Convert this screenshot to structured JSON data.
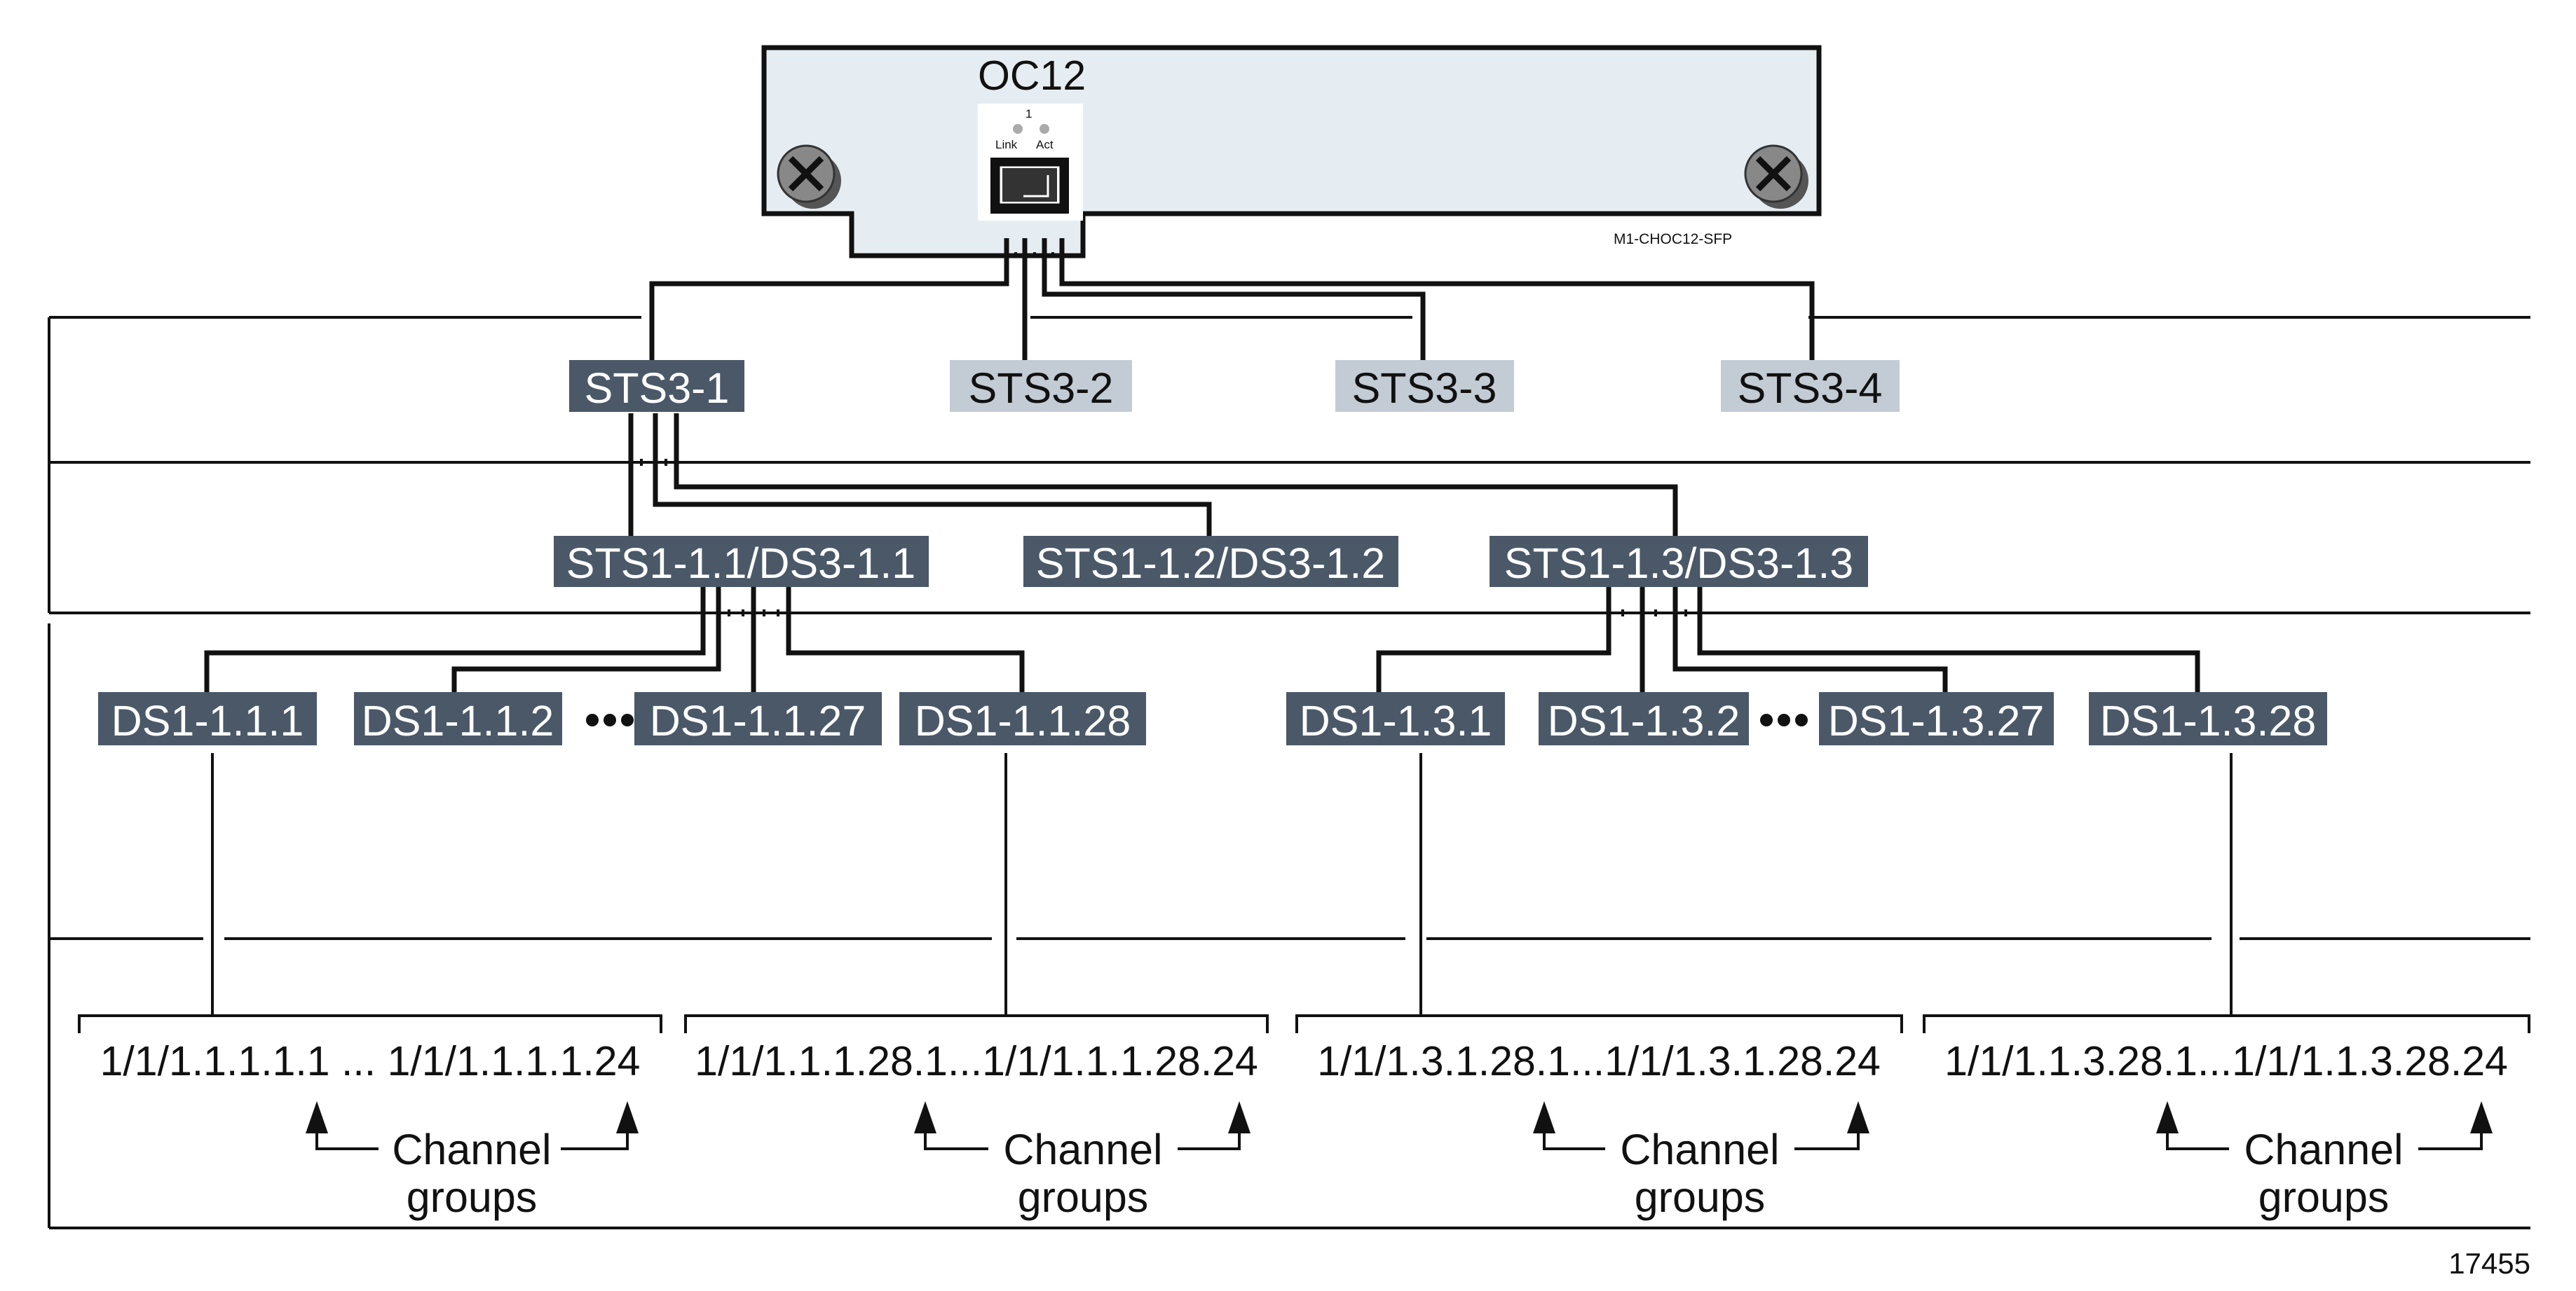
{
  "card": {
    "title": "OC12",
    "port_number": "1",
    "led_link_label": "Link",
    "led_act_label": "Act",
    "model": "M1-CHOC12-SFP"
  },
  "sts3_nodes": [
    {
      "label": "STS3-1",
      "state": "active"
    },
    {
      "label": "STS3-2",
      "state": "inactive"
    },
    {
      "label": "STS3-3",
      "state": "inactive"
    },
    {
      "label": "STS3-4",
      "state": "inactive"
    }
  ],
  "sts1_nodes": [
    {
      "label": "STS1-1.1/DS3-1.1"
    },
    {
      "label": "STS1-1.2/DS3-1.2"
    },
    {
      "label": "STS1-1.3/DS3-1.3"
    }
  ],
  "ds1_nodes": [
    {
      "label": "DS1-1.1.1"
    },
    {
      "label": "DS1-1.1.2"
    },
    {
      "label": "DS1-1.1.27"
    },
    {
      "label": "DS1-1.1.28"
    },
    {
      "label": "DS1-1.3.1"
    },
    {
      "label": "DS1-1.3.2"
    },
    {
      "label": "DS1-1.3.27"
    },
    {
      "label": "DS1-1.3.28"
    }
  ],
  "channel_ranges": [
    "1/1/1.1.1.1.1 ... 1/1/1.1.1.1.24",
    "1/1/1.1.1.28.1...1/1/1.1.1.28.24",
    "1/1/1.3.1.28.1...1/1/1.3.1.28.24",
    "1/1/1.1.3.28.1...1/1/1.1.3.28.24"
  ],
  "channel_groups": {
    "line1": "Channel",
    "line2": "groups"
  },
  "figure_id": "17455",
  "colors": {
    "active_node": "#4a5868",
    "inactive_node": "#c3ccd5",
    "card_fill": "#e6edf2",
    "line": "#111111"
  }
}
